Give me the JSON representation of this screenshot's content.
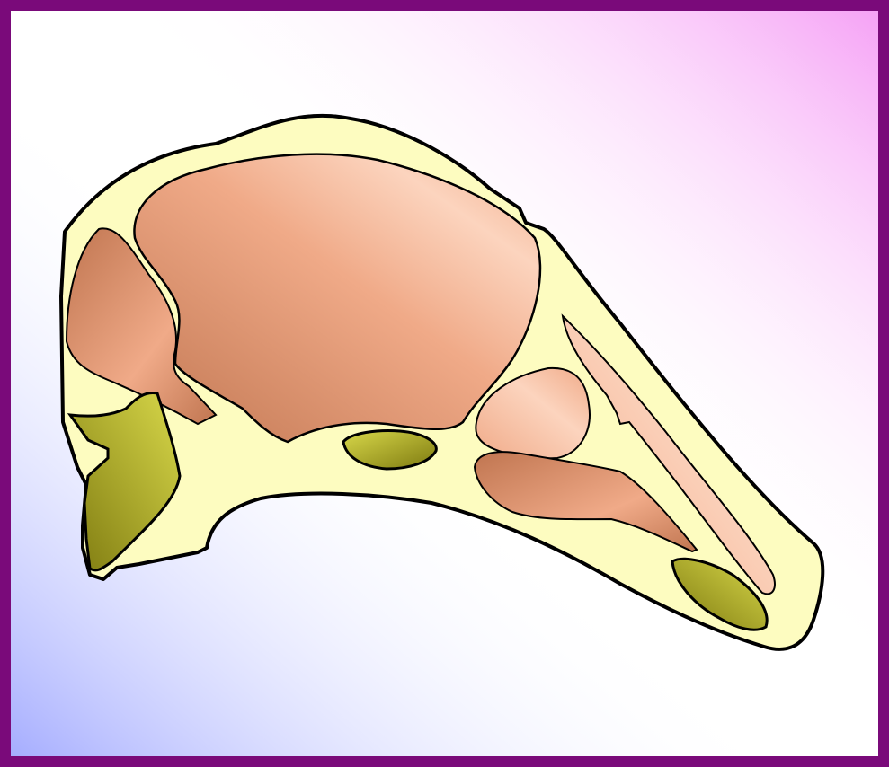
{
  "colors": {
    "frame_border": "#7a0a7a",
    "background_top_right": "#f59cf5",
    "background_bottom_left": "#a0a8ff",
    "background_center": "#ffffff",
    "skull_fill": "#fdfcc0",
    "skull_outline": "#000000",
    "muscle_light": "#fcd4be",
    "muscle_mid": "#f0aa88",
    "muscle_dark": "#c07550",
    "olive_light": "#d8d84a",
    "olive_dark": "#7e7a10"
  },
  "regions": [
    {
      "id": "skull-outline",
      "kind": "bone"
    },
    {
      "id": "braincase-muscle",
      "kind": "muscle"
    },
    {
      "id": "posterior-muscle",
      "kind": "muscle"
    },
    {
      "id": "eye-region-muscle",
      "kind": "muscle"
    },
    {
      "id": "snout-muscle-upper",
      "kind": "muscle"
    },
    {
      "id": "jaw-muscle-lower",
      "kind": "muscle"
    },
    {
      "id": "occipital-region",
      "kind": "olive"
    },
    {
      "id": "mid-cavity",
      "kind": "olive"
    },
    {
      "id": "nasal-cavity",
      "kind": "olive"
    }
  ]
}
